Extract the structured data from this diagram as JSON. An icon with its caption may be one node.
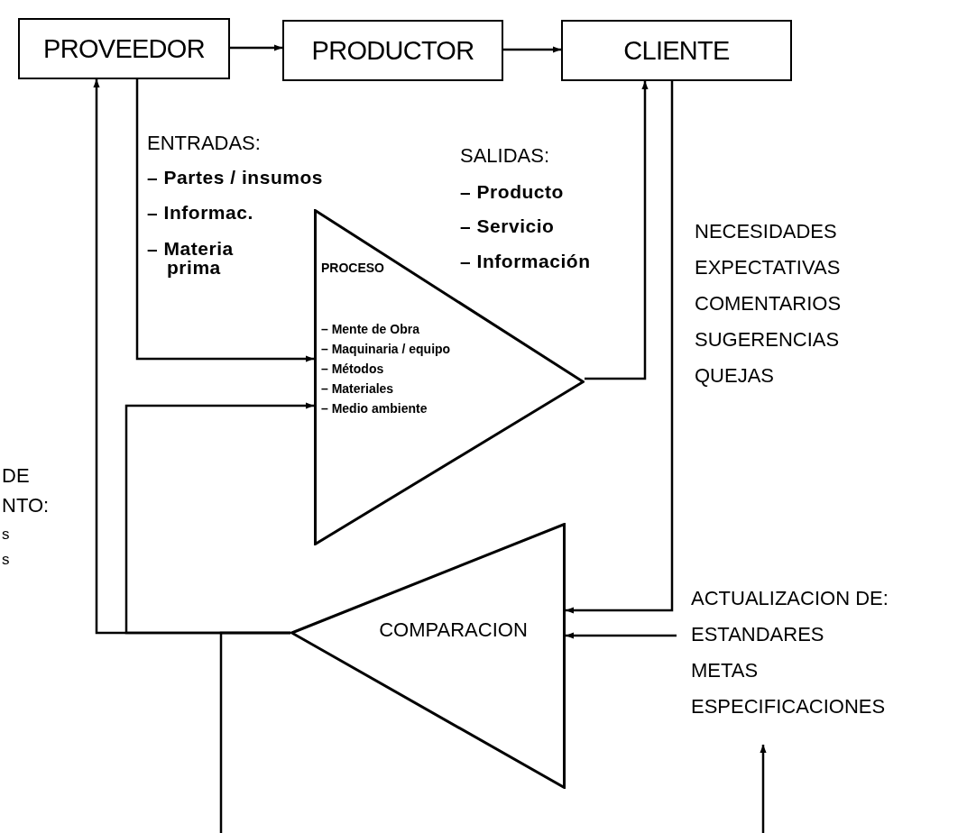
{
  "diagram": {
    "nodes": [
      {
        "text": [
          "PROVEEDOR"
        ]
      },
      {
        "text": [
          "PRODUCTOR"
        ]
      },
      {
        "text": [
          "CLIENTE"
        ]
      },
      {
        "text": [
          "PROCESO",
          "– Mente de Obra",
          "– Maquinaria / equipo",
          "– Métodos",
          "– Materiales",
          "– Medio ambiente"
        ]
      },
      {
        "text": [
          "COMPARACION"
        ]
      },
      {
        "text": [
          "ACTUALIZACION DE:",
          "ESTANDARES",
          "METAS",
          "ESPECIFICACIONES"
        ]
      }
    ],
    "edges": [
      {
        "from": 0,
        "to": 1,
        "arrow": "to"
      },
      {
        "from": 1,
        "to": 2,
        "arrow": "to"
      },
      {
        "from": 0,
        "to": 3,
        "arrow": "to"
      },
      {
        "from": 3,
        "to": 2,
        "arrow": "to"
      },
      {
        "from": 2,
        "to": 4,
        "arrow": "to"
      },
      {
        "from": 4,
        "to": 0,
        "arrow": "to"
      },
      {
        "from": 4,
        "to": 3,
        "arrow": "to"
      },
      {
        "from": 4,
        "to": null,
        "arrow": "none"
      },
      {
        "from": 5,
        "to": 4,
        "arrow": "to"
      },
      {
        "from": null,
        "to": 5,
        "arrow": "to"
      }
    ],
    "labels": [
      "ENTRADAS:",
      "– Partes / insumos",
      "– Informac.",
      "– Materia prima",
      "SALIDAS:",
      "– Producto",
      "– Servicio",
      "– Información",
      "NECESIDADES",
      "EXPECTATIVAS",
      "COMENTARIOS",
      "SUGERENCIAS",
      "QUEJAS",
      "DE",
      "NTO:",
      "s",
      "s"
    ]
  }
}
